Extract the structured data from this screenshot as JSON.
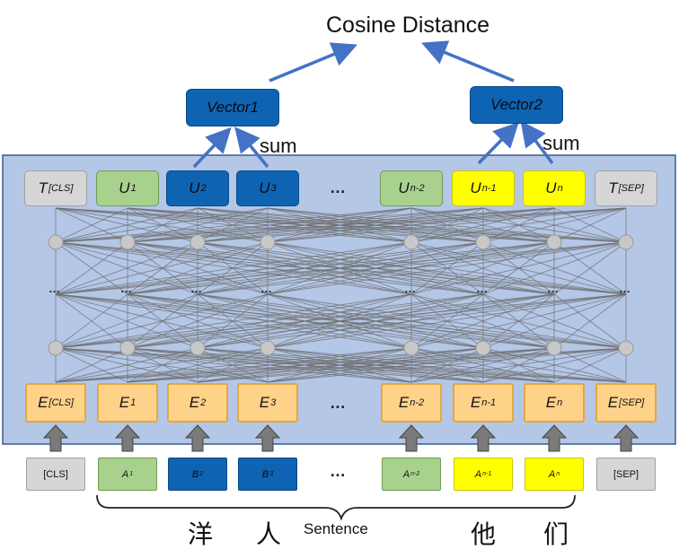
{
  "title": "Cosine Distance",
  "vector1_label": "Vector1",
  "vector2_label": "Vector2",
  "sum_left": "sum",
  "sum_right": "sum",
  "top_tokens": [
    {
      "main": "T",
      "sub": "[CLS]",
      "color": "gray"
    },
    {
      "main": "U",
      "sub": "1",
      "color": "green"
    },
    {
      "main": "U",
      "sub": "2",
      "color": "blue"
    },
    {
      "main": "U",
      "sub": "3",
      "color": "blue"
    },
    {
      "main": "U",
      "sub": "n-2",
      "color": "green"
    },
    {
      "main": "U",
      "sub": "n-1",
      "color": "yellow"
    },
    {
      "main": "U",
      "sub": "n",
      "color": "yellow"
    },
    {
      "main": "T",
      "sub": "[SEP]",
      "color": "gray"
    }
  ],
  "embed_tokens": [
    {
      "main": "E",
      "sub": "[CLS]"
    },
    {
      "main": "E",
      "sub": "1"
    },
    {
      "main": "E",
      "sub": "2"
    },
    {
      "main": "E",
      "sub": "3"
    },
    {
      "main": "E",
      "sub": "n-2"
    },
    {
      "main": "E",
      "sub": "n-1"
    },
    {
      "main": "E",
      "sub": "n"
    },
    {
      "main": "E",
      "sub": "[SEP]"
    }
  ],
  "input_tokens": [
    {
      "main": "[CLS]",
      "sub": "",
      "color": "gray"
    },
    {
      "main": "A",
      "sub": "1",
      "color": "green"
    },
    {
      "main": "B",
      "sub": "2",
      "color": "blue"
    },
    {
      "main": "B",
      "sub": "3",
      "color": "blue"
    },
    {
      "main": "A",
      "sub": "n-2",
      "color": "green"
    },
    {
      "main": "A",
      "sub": "n-1",
      "color": "yellow"
    },
    {
      "main": "A",
      "sub": "n",
      "color": "yellow"
    },
    {
      "main": "[SEP]",
      "sub": "",
      "color": "gray"
    }
  ],
  "ellipsis": "…",
  "hidden_ellipsis": "…",
  "sentence_label": "Sentence",
  "chars": [
    "洋",
    "人",
    "他",
    "们"
  ],
  "colors": {
    "panel": "#b4c7e7",
    "panel_border": "#3d5a8a",
    "arrow_blue": "#4472c4",
    "node": "#c8c8c8",
    "edge": "#6e6e6e"
  }
}
